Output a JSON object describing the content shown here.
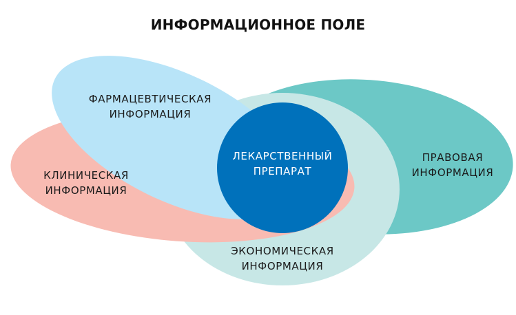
{
  "title": "ИНФОРМАЦИОННОЕ ПОЛЕ",
  "colors": {
    "legal": "#6cc8c6",
    "economic": "#c7e7e6",
    "clinical": "#f8bbb2",
    "pharmaceutical": "#b8e4f8",
    "drug": "#0071bb",
    "text": "#1a1a1a",
    "center_text": "#ffffff"
  },
  "nodes": {
    "pharmaceutical": {
      "line1": "ФАРМАЦЕВТИЧЕСКАЯ",
      "line2": "ИНФОРМАЦИЯ"
    },
    "clinical": {
      "line1": "КЛИНИЧЕСКАЯ",
      "line2": "ИНФОРМАЦИЯ"
    },
    "drug": {
      "line1": "ЛЕКАРСТВЕННЫЙ",
      "line2": "ПРЕПАРАТ"
    },
    "legal": {
      "line1": "ПРАВОВАЯ",
      "line2": "ИНФОРМАЦИЯ"
    },
    "economic": {
      "line1": "ЭКОНОМИЧЕСКАЯ",
      "line2": "ИНФОРМАЦИЯ"
    }
  }
}
